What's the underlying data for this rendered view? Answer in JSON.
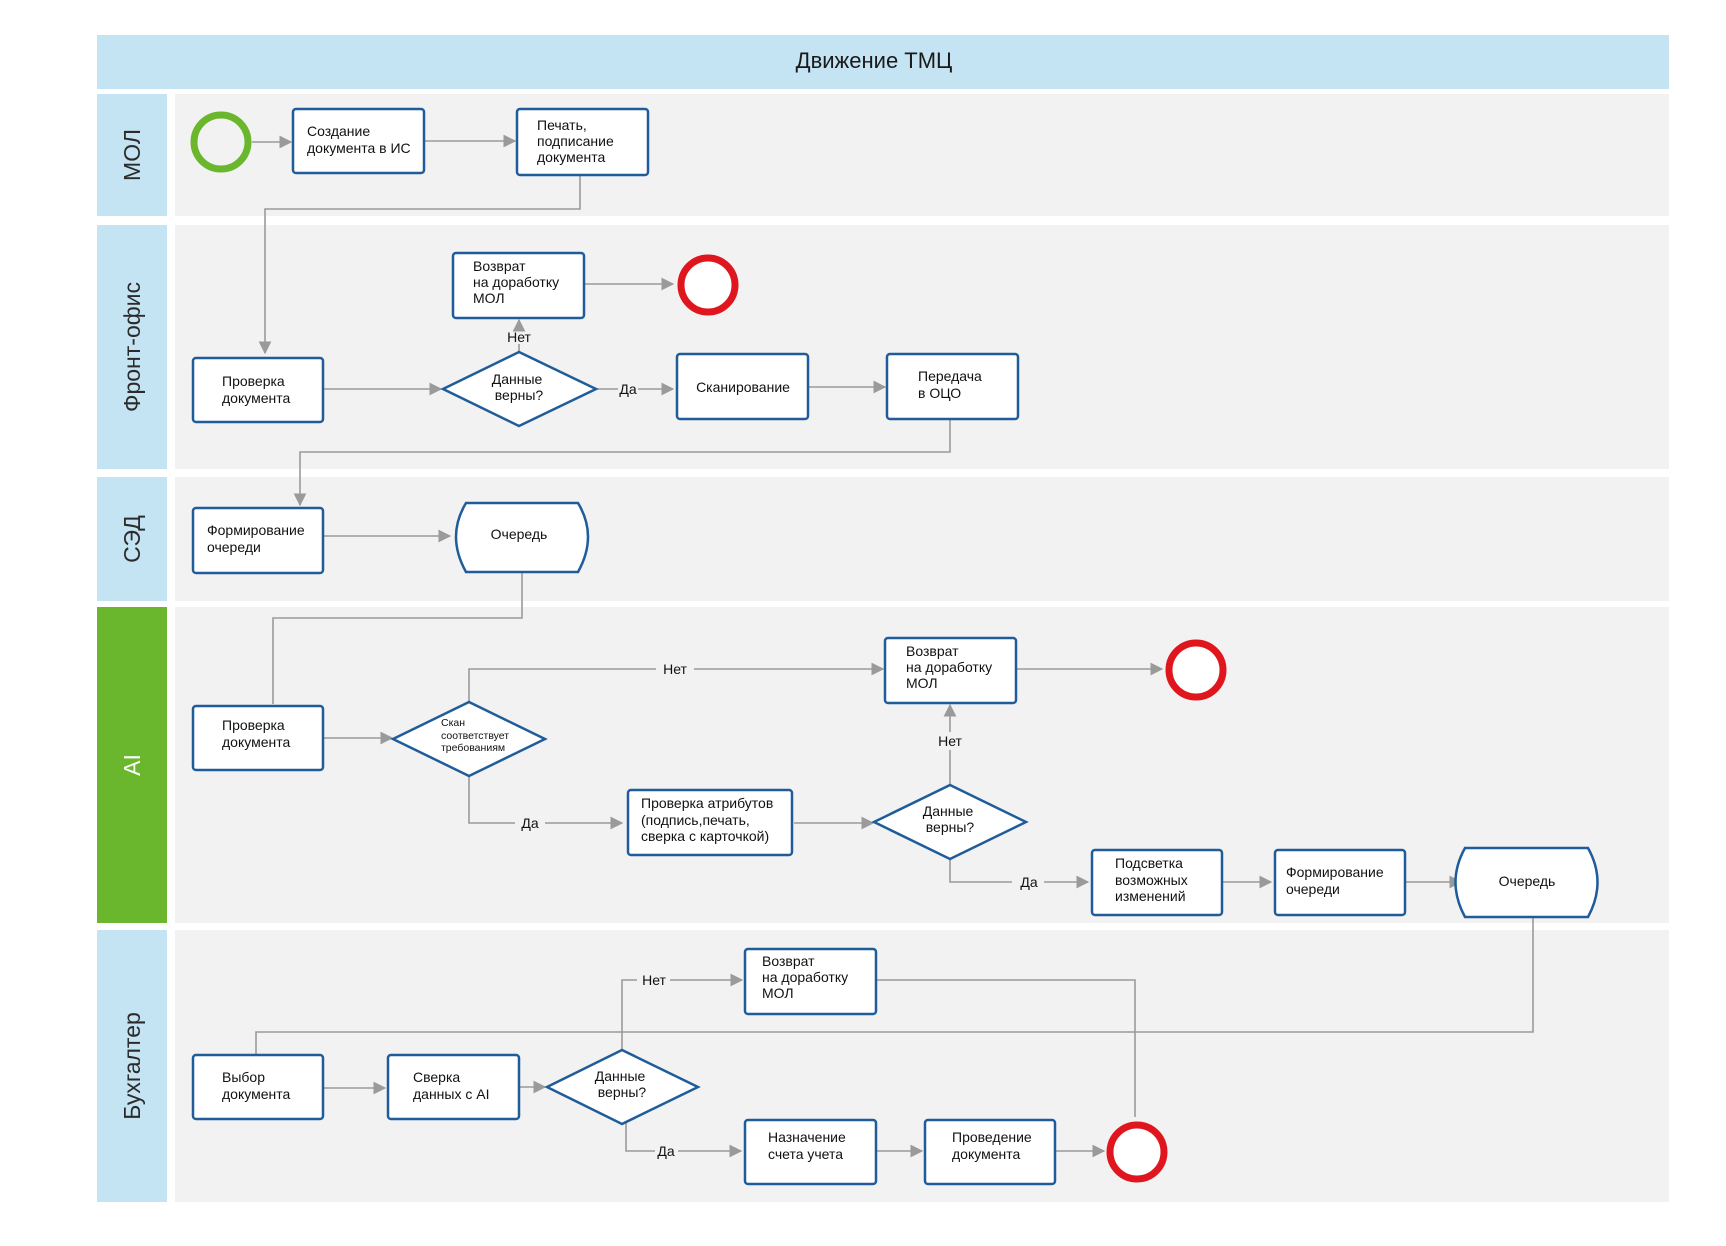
{
  "title": "Движение ТМЦ",
  "colors": {
    "lane_label_bg": "#c4e3f3",
    "ai_label_bg": "#6ab72e",
    "lane_bg": "#f2f2f2",
    "box_stroke": "#1f5c99",
    "start_event": "#6ab72e",
    "end_event": "#e0161e",
    "connector": "#9a9a9a"
  },
  "lanes": {
    "mol": "МОЛ",
    "front": "Фронт-офис",
    "sed": "СЭД",
    "ai": "AI",
    "buh": "Бухгалтер"
  },
  "nodes": {
    "create_doc": [
      "Создание",
      "документа в ИС"
    ],
    "print_sign": [
      "Печать,",
      "подписание",
      "документа"
    ],
    "return_front": [
      "Возврат",
      "на доработку",
      "МОЛ"
    ],
    "check_front": [
      "Проверка",
      "документа"
    ],
    "data_ok_front": [
      "Данные",
      "верны?"
    ],
    "scanning": [
      "Сканирование"
    ],
    "transfer": [
      "Передача",
      "в ОЦО"
    ],
    "form_queue_sed": [
      "Формирование",
      "очереди"
    ],
    "queue_sed": [
      "Очередь"
    ],
    "check_ai": [
      "Проверка",
      "документа"
    ],
    "scan_ok": [
      "Скан",
      "соответствует",
      "требованиям"
    ],
    "return_ai": [
      "Возврат",
      "на доработку",
      "МОЛ"
    ],
    "check_attrs": [
      "Проверка атрибутов",
      "(подпись,печать,",
      "сверка с карточкой)"
    ],
    "data_ok_ai": [
      "Данные",
      "верны?"
    ],
    "highlight": [
      "Подсветка",
      "возможных",
      "изменений"
    ],
    "form_queue_ai": [
      "Формирование",
      "очереди"
    ],
    "queue_ai": [
      "Очередь"
    ],
    "select_doc": [
      "Выбор",
      "документа"
    ],
    "compare_ai": [
      "Сверка",
      "данных с AI"
    ],
    "data_ok_buh": [
      "Данные",
      "верны?"
    ],
    "return_buh": [
      "Возврат",
      "на доработку",
      "МОЛ"
    ],
    "assign_account": [
      "Назначение",
      "счета учета"
    ],
    "post_doc": [
      "Проведение",
      "документа"
    ]
  },
  "edge_labels": {
    "yes": "Да",
    "no": "Нет"
  }
}
